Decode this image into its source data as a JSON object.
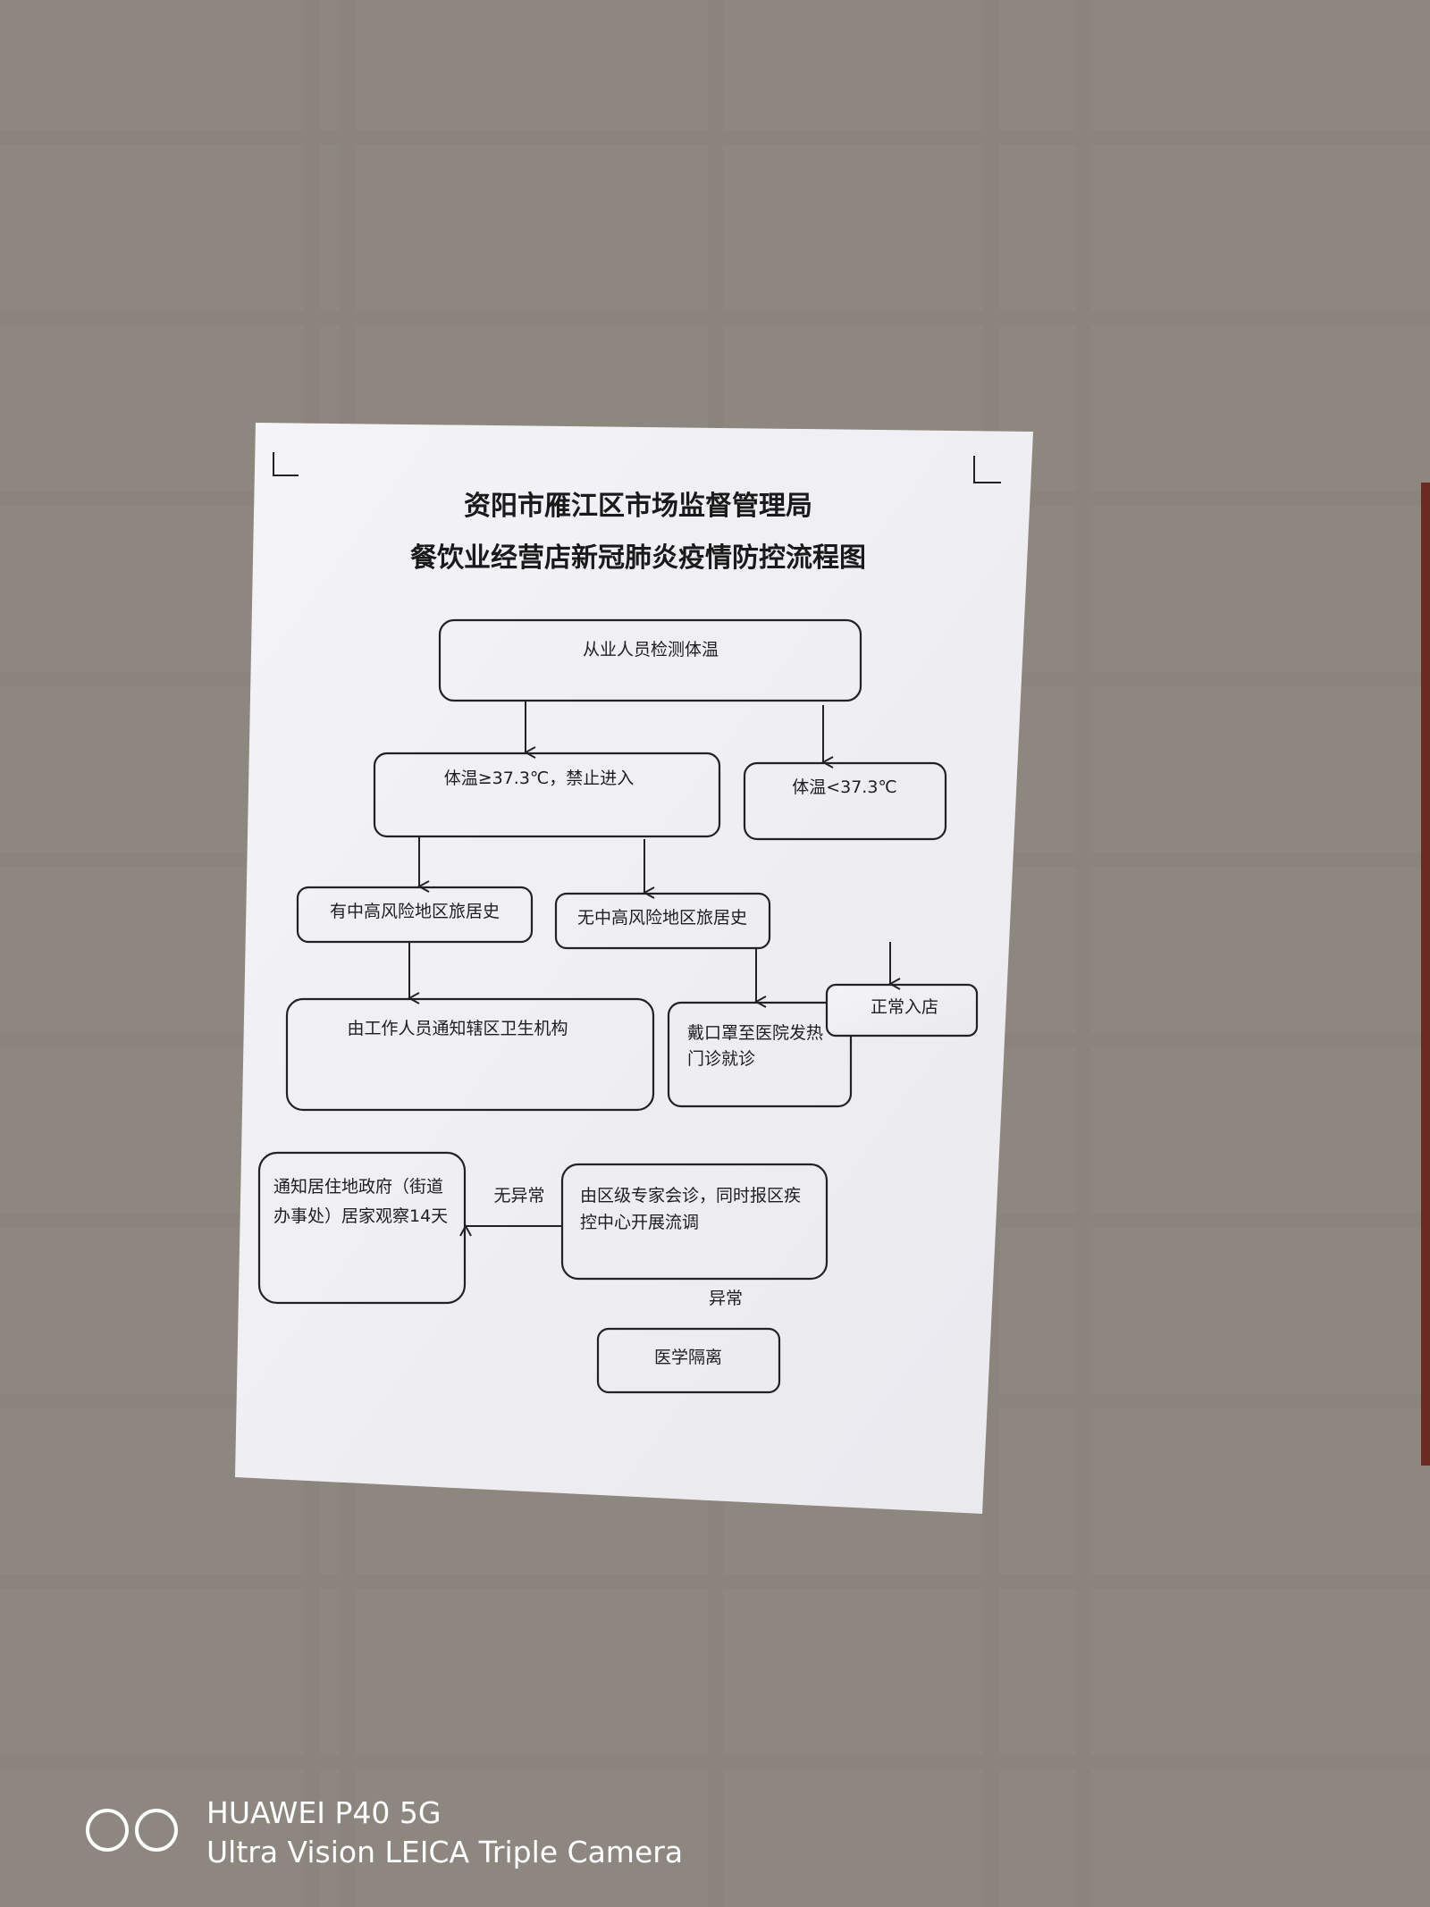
{
  "poster": {
    "title_line1": "资阳市雁江区市场监督管理局",
    "title_line2": "餐饮业经营店新冠肺炎疫情防控流程图"
  },
  "flowchart": {
    "start": "从业人员检测体温",
    "high_temp": "体温≥37.3℃，禁止进入",
    "normal_temp": "体温<37.3℃",
    "has_risk_history": "有中高风险地区旅居史",
    "no_risk_history": "无中高风险地区旅居史",
    "notify_health": "由工作人员通知辖区卫生机构",
    "fever_clinic_line1": "戴口罩至医院发热",
    "fever_clinic_line2": "门诊就诊",
    "normal_entry": "正常入店",
    "home_observe_line1": "通知居住地政府（街道",
    "home_observe_line2": "办事处）居家观察14天",
    "expert_line1": "由区级专家会诊，同时报区疾",
    "expert_line2": "控中心开展流调",
    "label_no_abnormal": "无异常",
    "label_abnormal": "异常",
    "quarantine": "医学隔离"
  },
  "watermark": {
    "line1": "HUAWEI P40 5G",
    "line2": "Ultra Vision LEICA Triple Camera"
  },
  "colors": {
    "paper": "#f2f2f6",
    "tile": "#ebeae5",
    "grout": "#8a847d"
  }
}
